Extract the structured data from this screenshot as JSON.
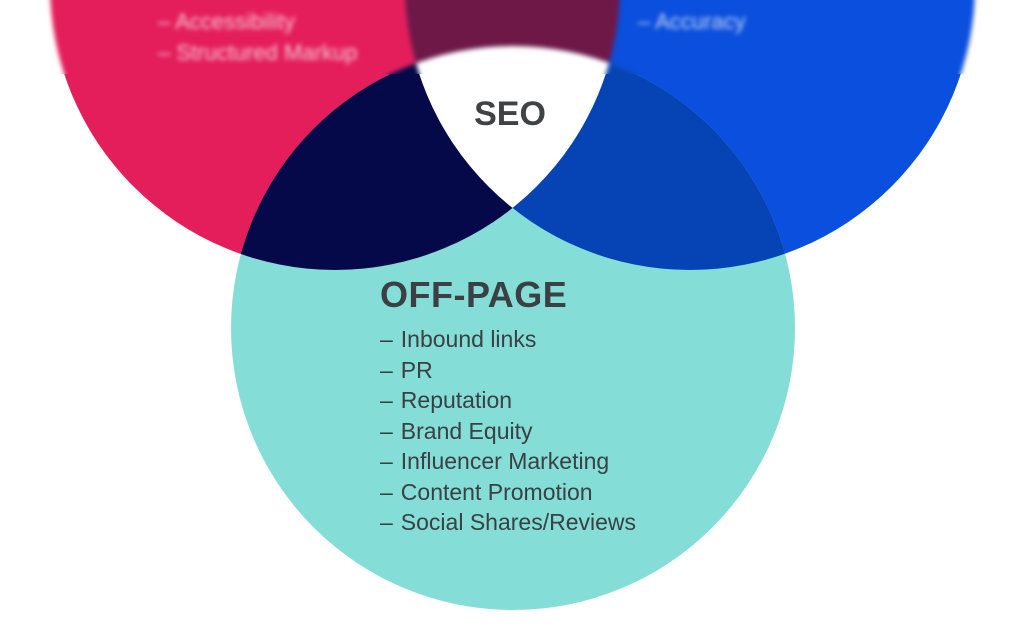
{
  "diagram": {
    "center_label": "SEO",
    "circles": {
      "left": {
        "color": "#e41e5b",
        "visible_items": [
          "– Accessibility",
          "– Structured Markup"
        ]
      },
      "right": {
        "color": "#0a4fdd",
        "visible_items": [
          "– Accuracy"
        ]
      },
      "bottom": {
        "color": "#84ddd6",
        "title": "OFF-PAGE",
        "items": [
          "Inbound links",
          "PR",
          "Reputation",
          "Brand Equity",
          "Influencer Marketing",
          "Content Promotion",
          "Social Shares/Reviews"
        ]
      }
    },
    "overlap_colors": {
      "left_right": "#6e1848",
      "left_bottom": "#05094a",
      "right_bottom": "#0644b5",
      "center": "#ffffff"
    }
  }
}
